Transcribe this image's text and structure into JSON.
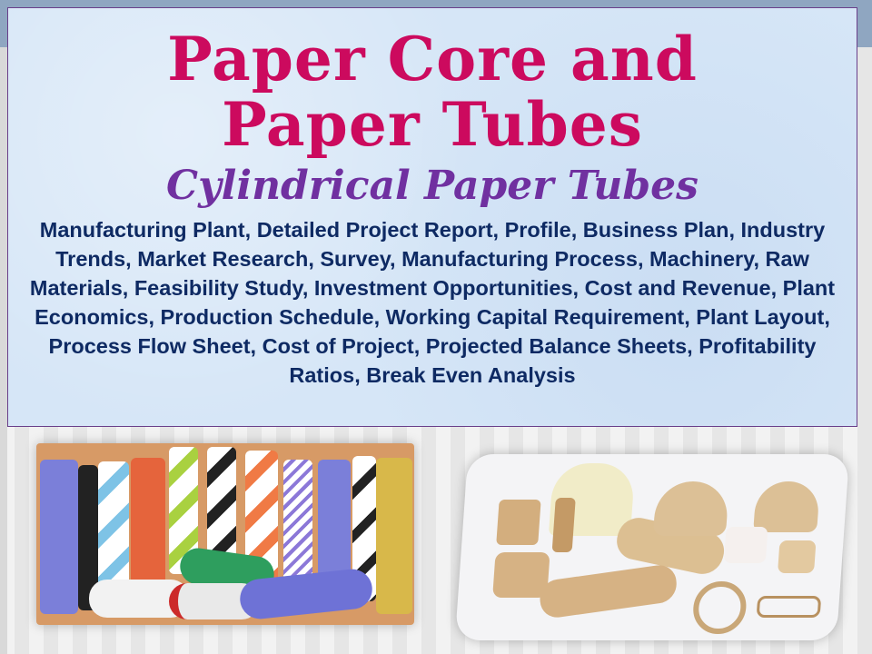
{
  "slide": {
    "title_line1": "Paper Core and",
    "title_line2": "Paper Tubes",
    "subtitle": "Cylindrical Paper Tubes",
    "description": "Manufacturing Plant, Detailed Project Report, Profile, Business Plan, Industry Trends, Market Research, Survey, Manufacturing Process, Machinery, Raw Materials, Feasibility Study, Investment Opportunities, Cost and Revenue, Plant Economics, Production Schedule, Working Capital Requirement, Plant Layout, Process Flow Sheet, Cost of Project, Projected Balance Sheets, Profitability Ratios, Break Even Analysis"
  },
  "images": {
    "left": "colored-striped-paper-tubes-photo",
    "right": "kraft-paper-cores-and-tubes-photo"
  },
  "colors": {
    "title": "#cc0a5e",
    "subtitle": "#7030a0",
    "body_text": "#0e2a63",
    "panel_bg": "#d6e6f7",
    "top_bar": "#8fa6c1"
  }
}
